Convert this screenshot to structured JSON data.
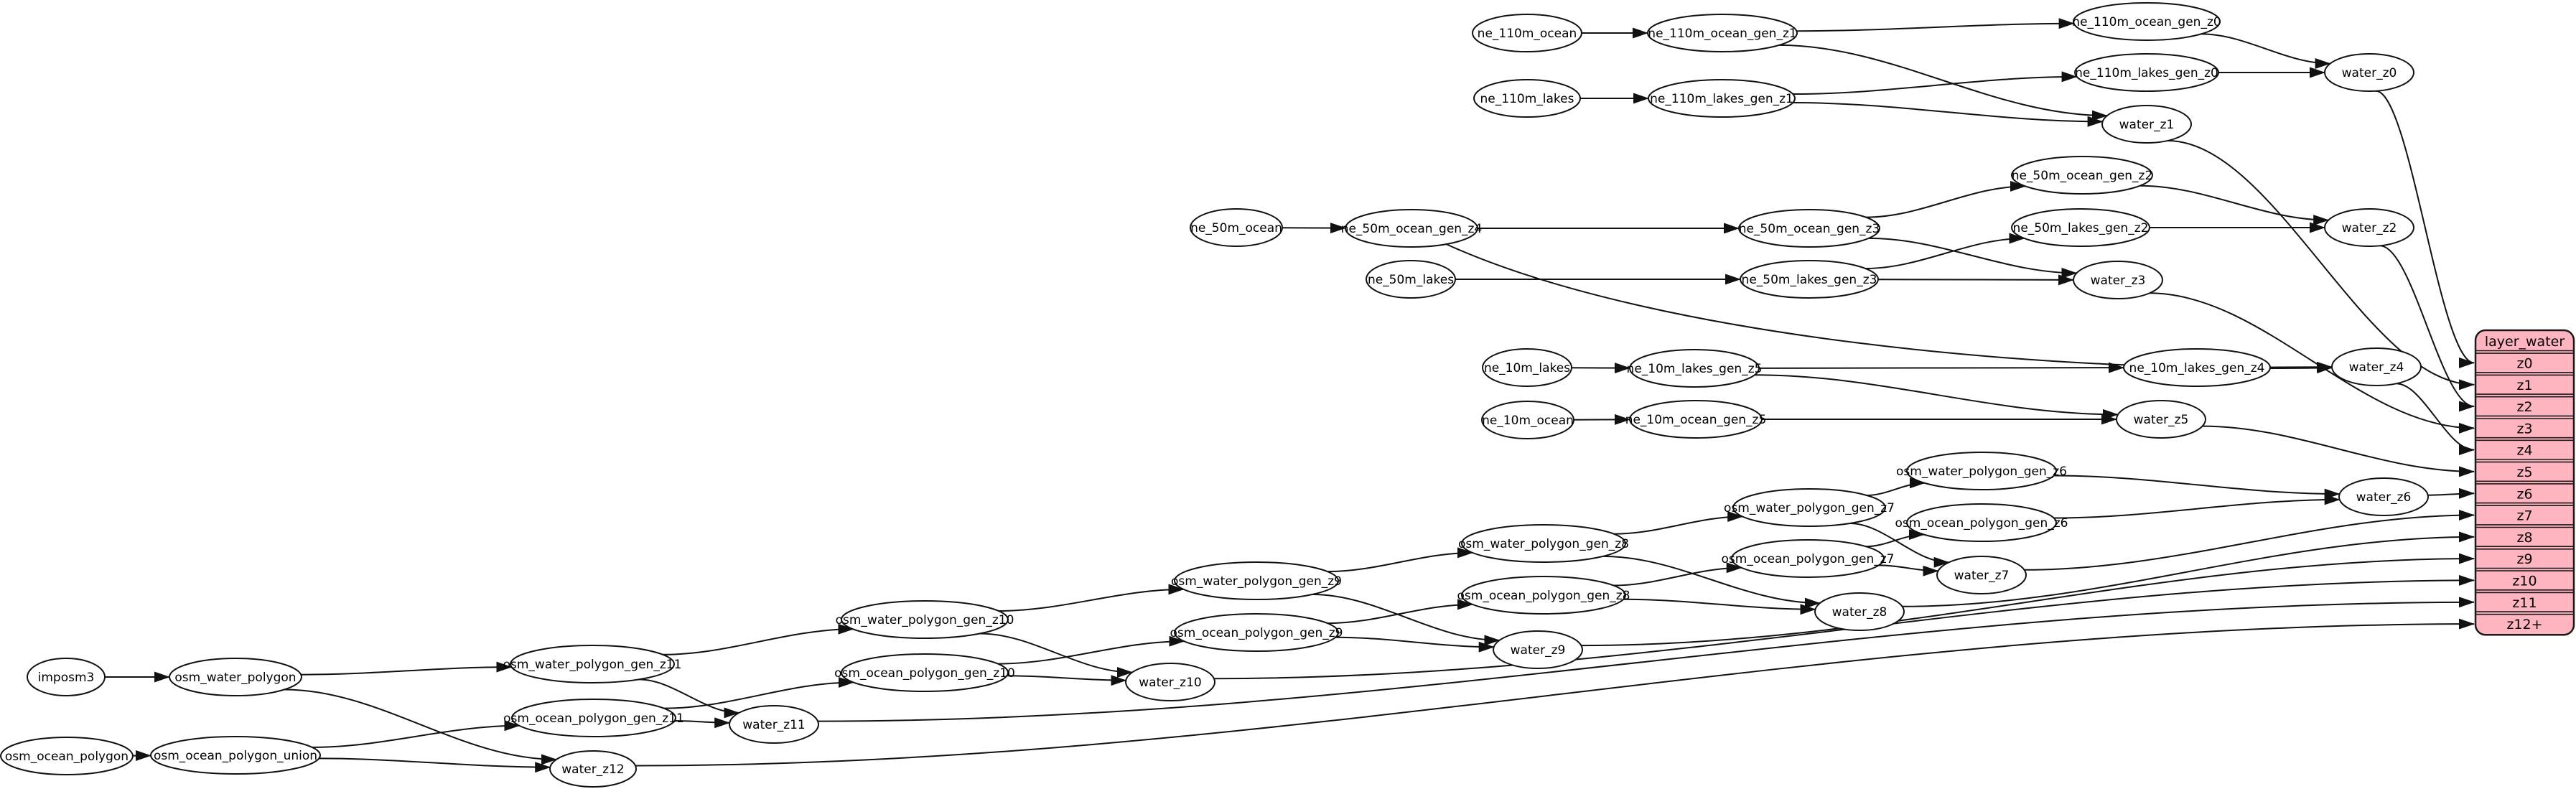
{
  "diagram": {
    "colors": {
      "background": "#ffffff",
      "node_fill": "#ffffff",
      "node_stroke": "#111111",
      "edge_color": "#111111",
      "table_fill": "#ffb5c0",
      "table_stroke": "#1a1a1a",
      "text_color": "#000000"
    },
    "nodes": [
      {
        "id": "ne_110m_ocean",
        "label": "ne_110m_ocean"
      },
      {
        "id": "ne_110m_ocean_gen_z1",
        "label": "ne_110m_ocean_gen_z1"
      },
      {
        "id": "ne_110m_lakes",
        "label": "ne_110m_lakes"
      },
      {
        "id": "ne_110m_lakes_gen_z1",
        "label": "ne_110m_lakes_gen_z1"
      },
      {
        "id": "ne_110m_ocean_gen_z0",
        "label": "ne_110m_ocean_gen_z0"
      },
      {
        "id": "ne_110m_lakes_gen_z0",
        "label": "ne_110m_lakes_gen_z0"
      },
      {
        "id": "water_z0",
        "label": "water_z0"
      },
      {
        "id": "water_z1",
        "label": "water_z1"
      },
      {
        "id": "ne_50m_ocean",
        "label": "ne_50m_ocean"
      },
      {
        "id": "ne_50m_ocean_gen_z4",
        "label": "ne_50m_ocean_gen_z4"
      },
      {
        "id": "ne_50m_lakes",
        "label": "ne_50m_lakes"
      },
      {
        "id": "ne_50m_ocean_gen_z3",
        "label": "ne_50m_ocean_gen_z3"
      },
      {
        "id": "ne_50m_lakes_gen_z3",
        "label": "ne_50m_lakes_gen_z3"
      },
      {
        "id": "ne_50m_ocean_gen_z2",
        "label": "ne_50m_ocean_gen_z2"
      },
      {
        "id": "ne_50m_lakes_gen_z2",
        "label": "ne_50m_lakes_gen_z2"
      },
      {
        "id": "water_z2",
        "label": "water_z2"
      },
      {
        "id": "water_z3",
        "label": "water_z3"
      },
      {
        "id": "ne_10m_lakes",
        "label": "ne_10m_lakes"
      },
      {
        "id": "ne_10m_lakes_gen_z5",
        "label": "ne_10m_lakes_gen_z5"
      },
      {
        "id": "ne_10m_ocean",
        "label": "ne_10m_ocean"
      },
      {
        "id": "ne_10m_ocean_gen_z5",
        "label": "ne_10m_ocean_gen_z5"
      },
      {
        "id": "ne_10m_lakes_gen_z4",
        "label": "ne_10m_lakes_gen_z4"
      },
      {
        "id": "water_z4",
        "label": "water_z4"
      },
      {
        "id": "water_z5",
        "label": "water_z5"
      },
      {
        "id": "water_z6",
        "label": "water_z6"
      },
      {
        "id": "imposm3",
        "label": "imposm3"
      },
      {
        "id": "osm_water_polygon",
        "label": "osm_water_polygon"
      },
      {
        "id": "osm_ocean_polygon",
        "label": "osm_ocean_polygon"
      },
      {
        "id": "osm_ocean_polygon_union",
        "label": "osm_ocean_polygon_union"
      },
      {
        "id": "osm_water_polygon_gen_z11",
        "label": "osm_water_polygon_gen_z11"
      },
      {
        "id": "osm_ocean_polygon_gen_z11",
        "label": "osm_ocean_polygon_gen_z11"
      },
      {
        "id": "osm_water_polygon_gen_z10",
        "label": "osm_water_polygon_gen_z10"
      },
      {
        "id": "osm_ocean_polygon_gen_z10",
        "label": "osm_ocean_polygon_gen_z10"
      },
      {
        "id": "osm_water_polygon_gen_z9",
        "label": "osm_water_polygon_gen_z9"
      },
      {
        "id": "osm_ocean_polygon_gen_z9",
        "label": "osm_ocean_polygon_gen_z9"
      },
      {
        "id": "osm_water_polygon_gen_z8",
        "label": "osm_water_polygon_gen_z8"
      },
      {
        "id": "osm_ocean_polygon_gen_z8",
        "label": "osm_ocean_polygon_gen_z8"
      },
      {
        "id": "osm_water_polygon_gen_z7",
        "label": "osm_water_polygon_gen_z7"
      },
      {
        "id": "osm_ocean_polygon_gen_z7",
        "label": "osm_ocean_polygon_gen_z7"
      },
      {
        "id": "osm_water_polygon_gen_z6",
        "label": "osm_water_polygon_gen_z6"
      },
      {
        "id": "osm_ocean_polygon_gen_z6",
        "label": "osm_ocean_polygon_gen_z6"
      },
      {
        "id": "water_z7",
        "label": "water_z7"
      },
      {
        "id": "water_z8",
        "label": "water_z8"
      },
      {
        "id": "water_z9",
        "label": "water_z9"
      },
      {
        "id": "water_z10",
        "label": "water_z10"
      },
      {
        "id": "water_z11",
        "label": "water_z11"
      },
      {
        "id": "water_z12",
        "label": "water_z12"
      }
    ],
    "table": {
      "title": "layer_water",
      "rows": [
        "z0",
        "z1",
        "z2",
        "z3",
        "z4",
        "z5",
        "z6",
        "z7",
        "z8",
        "z9",
        "z10",
        "z11",
        "z12+"
      ]
    },
    "edges": [
      {
        "from": "ne_110m_ocean",
        "to": "ne_110m_ocean_gen_z1"
      },
      {
        "from": "ne_110m_lakes",
        "to": "ne_110m_lakes_gen_z1"
      },
      {
        "from": "ne_110m_ocean_gen_z1",
        "to": "ne_110m_ocean_gen_z0"
      },
      {
        "from": "ne_110m_ocean_gen_z1",
        "to": "water_z1"
      },
      {
        "from": "ne_110m_lakes_gen_z1",
        "to": "ne_110m_lakes_gen_z0"
      },
      {
        "from": "ne_110m_lakes_gen_z1",
        "to": "water_z1"
      },
      {
        "from": "ne_110m_ocean_gen_z0",
        "to": "water_z0"
      },
      {
        "from": "ne_110m_lakes_gen_z0",
        "to": "water_z0"
      },
      {
        "from": "ne_50m_ocean",
        "to": "ne_50m_ocean_gen_z4"
      },
      {
        "from": "ne_50m_ocean_gen_z4",
        "to": "ne_50m_ocean_gen_z3"
      },
      {
        "from": "ne_50m_ocean_gen_z4",
        "to": "water_z4"
      },
      {
        "from": "ne_50m_lakes",
        "to": "ne_50m_lakes_gen_z3"
      },
      {
        "from": "ne_50m_ocean_gen_z3",
        "to": "ne_50m_ocean_gen_z2"
      },
      {
        "from": "ne_50m_ocean_gen_z3",
        "to": "water_z3"
      },
      {
        "from": "ne_50m_lakes_gen_z3",
        "to": "ne_50m_lakes_gen_z2"
      },
      {
        "from": "ne_50m_lakes_gen_z3",
        "to": "water_z3"
      },
      {
        "from": "ne_50m_ocean_gen_z2",
        "to": "water_z2"
      },
      {
        "from": "ne_50m_lakes_gen_z2",
        "to": "water_z2"
      },
      {
        "from": "ne_10m_lakes",
        "to": "ne_10m_lakes_gen_z5"
      },
      {
        "from": "ne_10m_ocean",
        "to": "ne_10m_ocean_gen_z5"
      },
      {
        "from": "ne_10m_lakes_gen_z5",
        "to": "ne_10m_lakes_gen_z4"
      },
      {
        "from": "ne_10m_lakes_gen_z5",
        "to": "water_z5"
      },
      {
        "from": "ne_10m_ocean_gen_z5",
        "to": "water_z5"
      },
      {
        "from": "ne_10m_lakes_gen_z4",
        "to": "water_z4"
      },
      {
        "from": "imposm3",
        "to": "osm_water_polygon"
      },
      {
        "from": "osm_ocean_polygon",
        "to": "osm_ocean_polygon_union"
      },
      {
        "from": "osm_water_polygon",
        "to": "osm_water_polygon_gen_z11"
      },
      {
        "from": "osm_water_polygon",
        "to": "water_z12"
      },
      {
        "from": "osm_ocean_polygon_union",
        "to": "osm_ocean_polygon_gen_z11"
      },
      {
        "from": "osm_ocean_polygon_union",
        "to": "water_z12"
      },
      {
        "from": "osm_water_polygon_gen_z11",
        "to": "osm_water_polygon_gen_z10"
      },
      {
        "from": "osm_water_polygon_gen_z11",
        "to": "water_z11"
      },
      {
        "from": "osm_ocean_polygon_gen_z11",
        "to": "osm_ocean_polygon_gen_z10"
      },
      {
        "from": "osm_ocean_polygon_gen_z11",
        "to": "water_z11"
      },
      {
        "from": "osm_water_polygon_gen_z10",
        "to": "osm_water_polygon_gen_z9"
      },
      {
        "from": "osm_water_polygon_gen_z10",
        "to": "water_z10"
      },
      {
        "from": "osm_ocean_polygon_gen_z10",
        "to": "osm_ocean_polygon_gen_z9"
      },
      {
        "from": "osm_ocean_polygon_gen_z10",
        "to": "water_z10"
      },
      {
        "from": "osm_water_polygon_gen_z9",
        "to": "osm_water_polygon_gen_z8"
      },
      {
        "from": "osm_water_polygon_gen_z9",
        "to": "water_z9"
      },
      {
        "from": "osm_ocean_polygon_gen_z9",
        "to": "osm_ocean_polygon_gen_z8"
      },
      {
        "from": "osm_ocean_polygon_gen_z9",
        "to": "water_z9"
      },
      {
        "from": "osm_water_polygon_gen_z8",
        "to": "osm_water_polygon_gen_z7"
      },
      {
        "from": "osm_water_polygon_gen_z8",
        "to": "water_z8"
      },
      {
        "from": "osm_ocean_polygon_gen_z8",
        "to": "osm_ocean_polygon_gen_z7"
      },
      {
        "from": "osm_ocean_polygon_gen_z8",
        "to": "water_z8"
      },
      {
        "from": "osm_water_polygon_gen_z7",
        "to": "osm_water_polygon_gen_z6"
      },
      {
        "from": "osm_water_polygon_gen_z7",
        "to": "water_z7"
      },
      {
        "from": "osm_ocean_polygon_gen_z7",
        "to": "osm_ocean_polygon_gen_z6"
      },
      {
        "from": "osm_ocean_polygon_gen_z7",
        "to": "water_z7"
      },
      {
        "from": "osm_water_polygon_gen_z6",
        "to": "water_z6"
      },
      {
        "from": "osm_ocean_polygon_gen_z6",
        "to": "water_z6"
      },
      {
        "from": "water_z0",
        "to": "layer_water:z0"
      },
      {
        "from": "water_z1",
        "to": "layer_water:z1"
      },
      {
        "from": "water_z2",
        "to": "layer_water:z2"
      },
      {
        "from": "water_z3",
        "to": "layer_water:z3"
      },
      {
        "from": "water_z4",
        "to": "layer_water:z4"
      },
      {
        "from": "water_z5",
        "to": "layer_water:z5"
      },
      {
        "from": "water_z6",
        "to": "layer_water:z6"
      },
      {
        "from": "water_z7",
        "to": "layer_water:z7"
      },
      {
        "from": "water_z8",
        "to": "layer_water:z8"
      },
      {
        "from": "water_z9",
        "to": "layer_water:z9"
      },
      {
        "from": "water_z10",
        "to": "layer_water:z10"
      },
      {
        "from": "water_z11",
        "to": "layer_water:z11"
      },
      {
        "from": "water_z12",
        "to": "layer_water:z12+"
      }
    ]
  }
}
